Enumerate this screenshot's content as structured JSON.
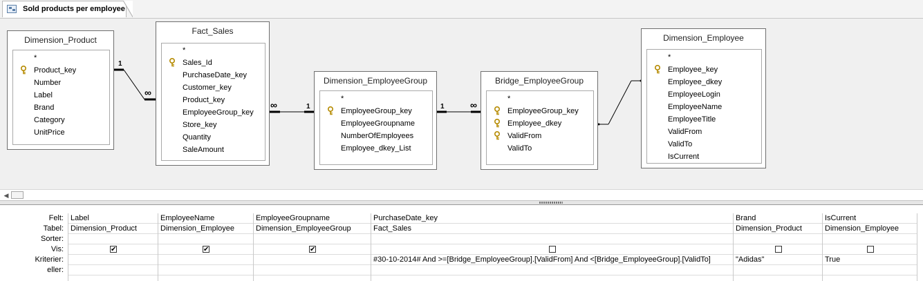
{
  "tab": {
    "title": "Sold products per employee",
    "icon": "query-design-icon"
  },
  "tables": {
    "dimension_product": {
      "title": "Dimension_Product",
      "fields": [
        {
          "name": "*",
          "key": false
        },
        {
          "name": "Product_key",
          "key": true
        },
        {
          "name": "Number",
          "key": false
        },
        {
          "name": "Label",
          "key": false
        },
        {
          "name": "Brand",
          "key": false
        },
        {
          "name": "Category",
          "key": false
        },
        {
          "name": "UnitPrice",
          "key": false
        }
      ]
    },
    "fact_sales": {
      "title": "Fact_Sales",
      "fields": [
        {
          "name": "*",
          "key": false
        },
        {
          "name": "Sales_Id",
          "key": true
        },
        {
          "name": "PurchaseDate_key",
          "key": false
        },
        {
          "name": "Customer_key",
          "key": false
        },
        {
          "name": "Product_key",
          "key": false
        },
        {
          "name": "EmployeeGroup_key",
          "key": false
        },
        {
          "name": "Store_key",
          "key": false
        },
        {
          "name": "Quantity",
          "key": false
        },
        {
          "name": "SaleAmount",
          "key": false
        }
      ]
    },
    "dimension_employeegroup": {
      "title": "Dimension_EmployeeGroup",
      "fields": [
        {
          "name": "*",
          "key": false
        },
        {
          "name": "EmployeeGroup_key",
          "key": true
        },
        {
          "name": "EmployeeGroupname",
          "key": false
        },
        {
          "name": "NumberOfEmployees",
          "key": false
        },
        {
          "name": "Employee_dkey_List",
          "key": false
        }
      ]
    },
    "bridge_employeegroup": {
      "title": "Bridge_EmployeeGroup",
      "fields": [
        {
          "name": "*",
          "key": false
        },
        {
          "name": "EmployeeGroup_key",
          "key": true
        },
        {
          "name": "Employee_dkey",
          "key": true
        },
        {
          "name": "ValidFrom",
          "key": true
        },
        {
          "name": "ValidTo",
          "key": false
        }
      ]
    },
    "dimension_employee": {
      "title": "Dimension_Employee",
      "fields": [
        {
          "name": "*",
          "key": false
        },
        {
          "name": "Employee_key",
          "key": true
        },
        {
          "name": "Employee_dkey",
          "key": false
        },
        {
          "name": "EmployeeLogin",
          "key": false
        },
        {
          "name": "EmployeeName",
          "key": false
        },
        {
          "name": "EmployeeTitle",
          "key": false
        },
        {
          "name": "ValidFrom",
          "key": false
        },
        {
          "name": "ValidTo",
          "key": false
        },
        {
          "name": "IsCurrent",
          "key": false
        }
      ]
    }
  },
  "relations": {
    "one": "1",
    "many": "∞"
  },
  "grid": {
    "row_labels": {
      "felt": "Felt:",
      "tabel": "Tabel:",
      "sorter": "Sorter:",
      "vis": "Vis:",
      "kriterier": "Kriterier:",
      "eller": "eller:"
    },
    "columns": [
      {
        "felt": "Label",
        "tabel": "Dimension_Product",
        "sorter": "",
        "vis": true,
        "kriterier": "",
        "eller": ""
      },
      {
        "felt": "EmployeeName",
        "tabel": "Dimension_Employee",
        "sorter": "",
        "vis": true,
        "kriterier": "",
        "eller": ""
      },
      {
        "felt": "EmployeeGroupname",
        "tabel": "Dimension_EmployeeGroup",
        "sorter": "",
        "vis": true,
        "kriterier": "",
        "eller": ""
      },
      {
        "felt": "PurchaseDate_key",
        "tabel": "Fact_Sales",
        "sorter": "",
        "vis": false,
        "kriterier": "#30-10-2014# And >=[Bridge_EmployeeGroup].[ValidFrom] And <[Bridge_EmployeeGroup].[ValidTo]",
        "eller": ""
      },
      {
        "felt": "Brand",
        "tabel": "Dimension_Product",
        "sorter": "",
        "vis": false,
        "kriterier": "\"Adidas\"",
        "eller": ""
      },
      {
        "felt": "IsCurrent",
        "tabel": "Dimension_Employee",
        "sorter": "",
        "vis": false,
        "kriterier": "True",
        "eller": ""
      }
    ]
  },
  "colors": {
    "key_icon": "#c8a000",
    "border": "#6e6e6e",
    "line": "#000000"
  }
}
